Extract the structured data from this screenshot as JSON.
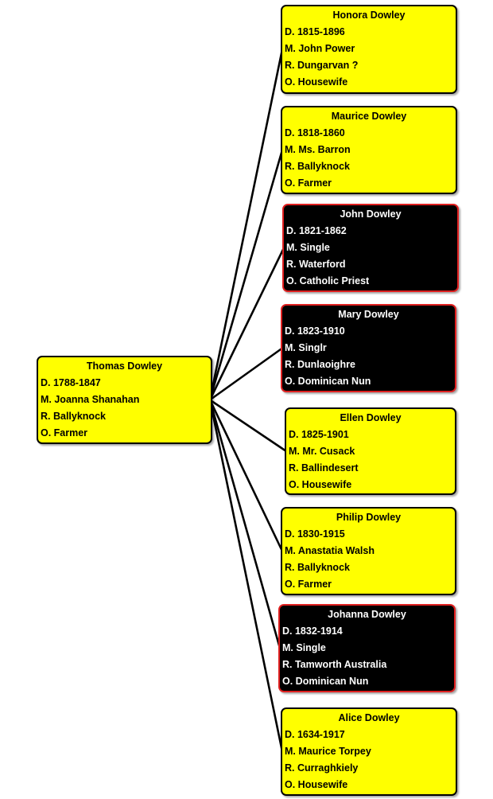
{
  "colors": {
    "living_fill": "#ffff00",
    "living_border": "#000000",
    "clergy_fill": "#000000",
    "clergy_border": "#e02020",
    "connector": "#000000"
  },
  "root": {
    "name": "Thomas Dowley",
    "dates": "D. 1788-1847",
    "married": "M. Joanna Shanahan",
    "residence": "R. Ballyknock",
    "occupation": "O. Farmer"
  },
  "children": [
    {
      "style": "light",
      "name": "Honora Dowley",
      "dates": "D.  1815-1896",
      "married": "M. John Power",
      "residence": "R. Dungarvan ?",
      "occupation": "O. Housewife"
    },
    {
      "style": "light",
      "name": "Maurice Dowley",
      "dates": "D. 1818-1860",
      "married": "M. Ms. Barron",
      "residence": "R. Ballyknock",
      "occupation": "O. Farmer"
    },
    {
      "style": "dark",
      "name": "John Dowley",
      "dates": "D. 1821-1862",
      "married": "M. Single",
      "residence": "R. Waterford",
      "occupation": "O. Catholic Priest"
    },
    {
      "style": "dark",
      "name": "Mary Dowley",
      "dates": "D. 1823-1910",
      "married": "M. Singlr",
      "residence": "R. Dunlaoighre",
      "occupation": "O. Dominican Nun"
    },
    {
      "style": "light",
      "name": "Ellen Dowley",
      "dates": "D.  1825-1901",
      "married": "M. Mr. Cusack",
      "residence": "R. Ballindesert",
      "occupation": "O. Housewife"
    },
    {
      "style": "light",
      "name": "Philip Dowley",
      "dates": "D. 1830-1915",
      "married": "M. Anastatia Walsh",
      "residence": "R. Ballyknock",
      "occupation": "O. Farmer"
    },
    {
      "style": "dark",
      "name": "Johanna Dowley",
      "dates": "D. 1832-1914",
      "married": "M. Single",
      "residence": "R. Tamworth Australia",
      "occupation": "O. Dominican Nun"
    },
    {
      "style": "light",
      "name": "Alice Dowley",
      "dates": "D. 1634-1917",
      "married": "M. Maurice Torpey",
      "residence": "R. Curraghkiely",
      "occupation": "O. Housewife"
    }
  ]
}
